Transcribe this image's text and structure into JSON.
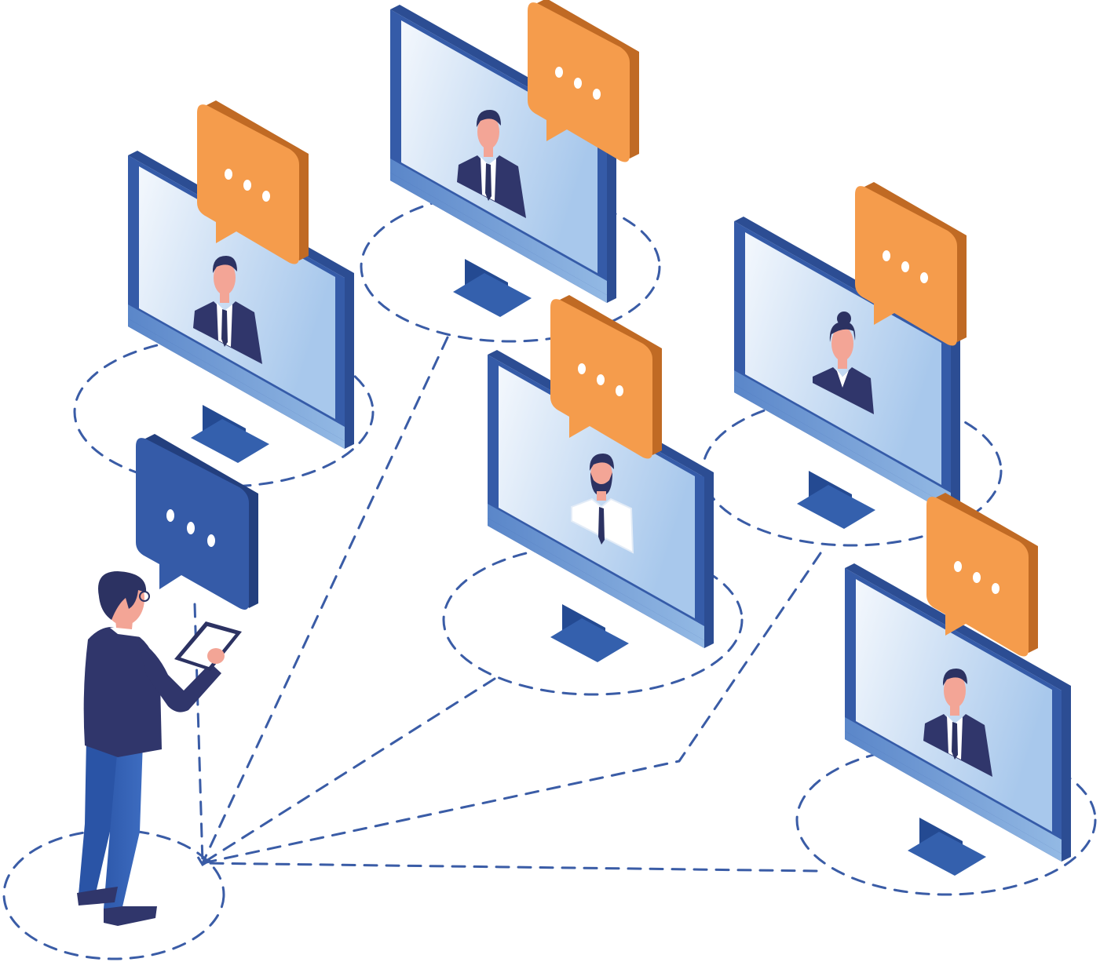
{
  "colors": {
    "monitor_frame": "#355ba8",
    "monitor_frame_dark": "#2c4d93",
    "monitor_stand": "#315aa6",
    "screen_light": "#f4f8fd",
    "screen_dark": "#a8c8ec",
    "orange_bubble": "#f59c4c",
    "orange_bubble_side": "#c06a24",
    "blue_bubble": "#355ba8",
    "blue_bubble_side": "#233f7e",
    "navy_suit": "#30366b",
    "skin": "#f3a596",
    "hair": "#2c3262",
    "dashed_line": "#3a5ca6",
    "trousers": "#2d57a8",
    "white": "#ffffff"
  },
  "icons": {
    "bubble_dots": "ellipsis-icon",
    "person_generic": "person-avatar-icon"
  },
  "participants": [
    {
      "id": "top-center",
      "role": "man-suit"
    },
    {
      "id": "top-left",
      "role": "man-suit"
    },
    {
      "id": "middle",
      "role": "man-beard"
    },
    {
      "id": "right",
      "role": "woman-bun"
    },
    {
      "id": "bottom-right",
      "role": "man-suit"
    }
  ]
}
